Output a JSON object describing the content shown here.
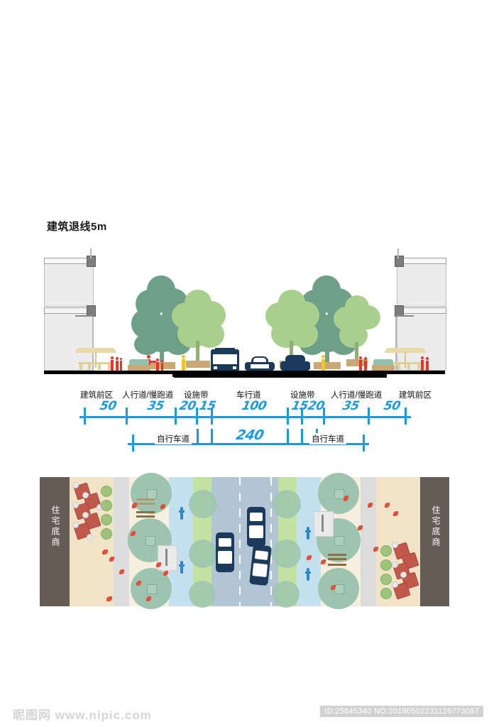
{
  "title": "建筑退线5m",
  "section": {
    "name": "street-section-elevation",
    "vehicles": [
      "bus",
      "sedan",
      "suv"
    ],
    "colors": {
      "building": "#ececec",
      "ground": "#000000",
      "tree_light": "#a9cf8d",
      "tree_dark": "#6e9f87",
      "person_red": "#e8332a",
      "person_yellow": "#f2c230",
      "vehicle": "#1b3a5c",
      "umbrella": "#e8d9a8"
    }
  },
  "dimensions": {
    "accent_color": "#1b9ae0",
    "upper_segments": [
      {
        "label": "建筑前区",
        "value": "50"
      },
      {
        "label": "人行道/慢跑道",
        "value": "35"
      },
      {
        "label": "设施带",
        "value": "20"
      },
      {
        "label": "",
        "value": "15"
      },
      {
        "label": "车行道",
        "value": "100"
      },
      {
        "label": "",
        "value": "15"
      },
      {
        "label": "设施带",
        "value": "20"
      },
      {
        "label": "人行道/慢跑道",
        "value": "35"
      },
      {
        "label": "建筑前区",
        "value": "50"
      }
    ],
    "lower": {
      "left_label": "自行车道",
      "right_label": "自行车道",
      "total_value": "240"
    }
  },
  "plan": {
    "name": "street-plan-view",
    "left_building_label": "住宅底商",
    "right_building_label": "住宅底商",
    "colors": {
      "building": "#665c56",
      "cafe": "#f0e3c6",
      "walk": "#dcdcdc",
      "jog": "#f6eedf",
      "bike": "#c5e1ef",
      "green": "#c3e3a4",
      "road": "#b2c5d4"
    }
  },
  "watermark": {
    "site": "昵图网 www.nipic.com",
    "id": "ID:25845340 NO:20190502231126773087"
  }
}
